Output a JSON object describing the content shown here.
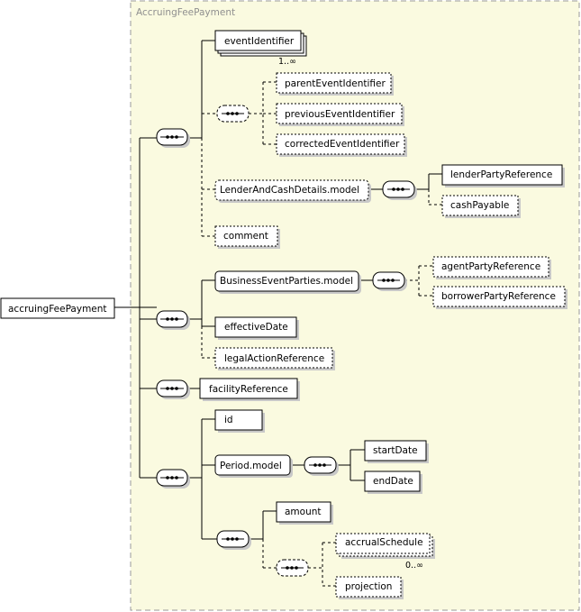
{
  "diagram": {
    "group_title": "AccruingFeePayment",
    "root": "accruingFeePayment",
    "elements": {
      "event_identifier": "eventIdentifier",
      "parent_event_identifier": "parentEventIdentifier",
      "previous_event_identifier": "previousEventIdentifier",
      "corrected_event_identifier": "correctedEventIdentifier",
      "lender_and_cash_details_model": "LenderAndCashDetails.model",
      "lender_party_reference": "lenderPartyReference",
      "cash_payable": "cashPayable",
      "comment": "comment",
      "business_event_parties_model": "BusinessEventParties.model",
      "agent_party_reference": "agentPartyReference",
      "borrower_party_reference": "borrowerPartyReference",
      "effective_date": "effectiveDate",
      "legal_action_reference": "legalActionReference",
      "facility_reference": "facilityReference",
      "id": "id",
      "period_model": "Period.model",
      "start_date": "startDate",
      "end_date": "endDate",
      "amount": "amount",
      "accrual_schedule": "accrualSchedule",
      "projection": "projection"
    },
    "cardinalities": {
      "event_identifier": "1..∞",
      "accrual_schedule": "0..∞"
    },
    "colors": {
      "group_background": "#fafae0",
      "group_border": "#9a9a9a",
      "element_fill": "#ffffff",
      "border": "#000000",
      "shadow": "#c8c8c8"
    }
  }
}
